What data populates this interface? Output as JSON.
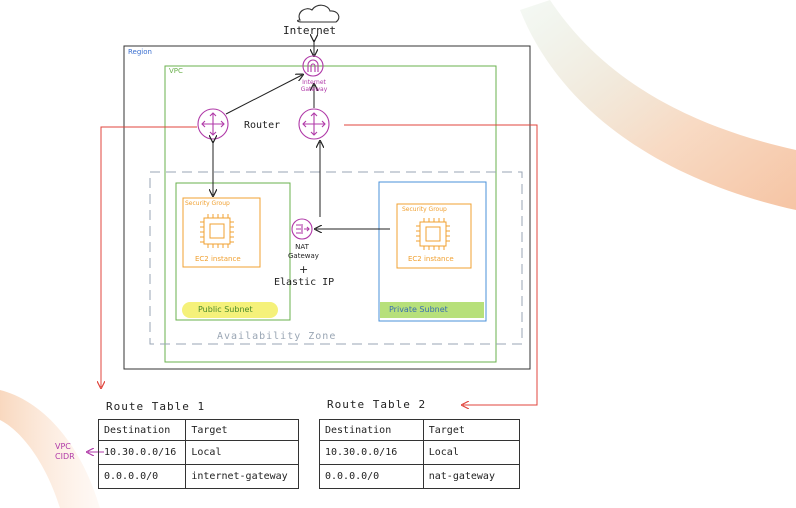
{
  "internet": {
    "label": "Internet"
  },
  "region": {
    "label": "Region"
  },
  "vpc": {
    "label": "VPC"
  },
  "internet_gateway": {
    "label_line1": "Internet",
    "label_line2": "Gateway"
  },
  "router": {
    "label": "Router"
  },
  "availability_zone": {
    "label": "Availability Zone"
  },
  "public_subnet": {
    "label": "Public Subnet",
    "security_group": "Security Group",
    "instance": "EC2 instance"
  },
  "private_subnet": {
    "label": "Private Subnet",
    "security_group": "Security Group",
    "instance": "EC2 instance"
  },
  "nat": {
    "label_line1": "NAT",
    "label_line2": "Gateway",
    "plus": "+",
    "elastic_ip": "Elastic IP"
  },
  "vpc_cidr": {
    "line1": "VPC",
    "line2": "CIDR"
  },
  "route_table_1": {
    "title": "Route Table 1",
    "headers": [
      "Destination",
      "Target"
    ],
    "rows": [
      [
        "10.30.0.0/16",
        "Local"
      ],
      [
        "0.0.0.0/0",
        "internet-gateway"
      ]
    ]
  },
  "route_table_2": {
    "title": "Route Table 2",
    "headers": [
      "Destination",
      "Target"
    ],
    "rows": [
      [
        "10.30.0.0/16",
        "Local"
      ],
      [
        "0.0.0.0/0",
        "nat-gateway"
      ]
    ]
  },
  "colors": {
    "region": "#333333",
    "vpc": "#6ab04c",
    "public_subnet": "#6ab04c",
    "private_subnet": "#4a90d9",
    "security_group": "#f0a030",
    "aws_icon": "#b03aa8",
    "route_arrow": "#e0443c",
    "az_dash": "#9aa6b4",
    "highlight_yellow": "#f5f17a",
    "highlight_green": "#b7e07a"
  }
}
